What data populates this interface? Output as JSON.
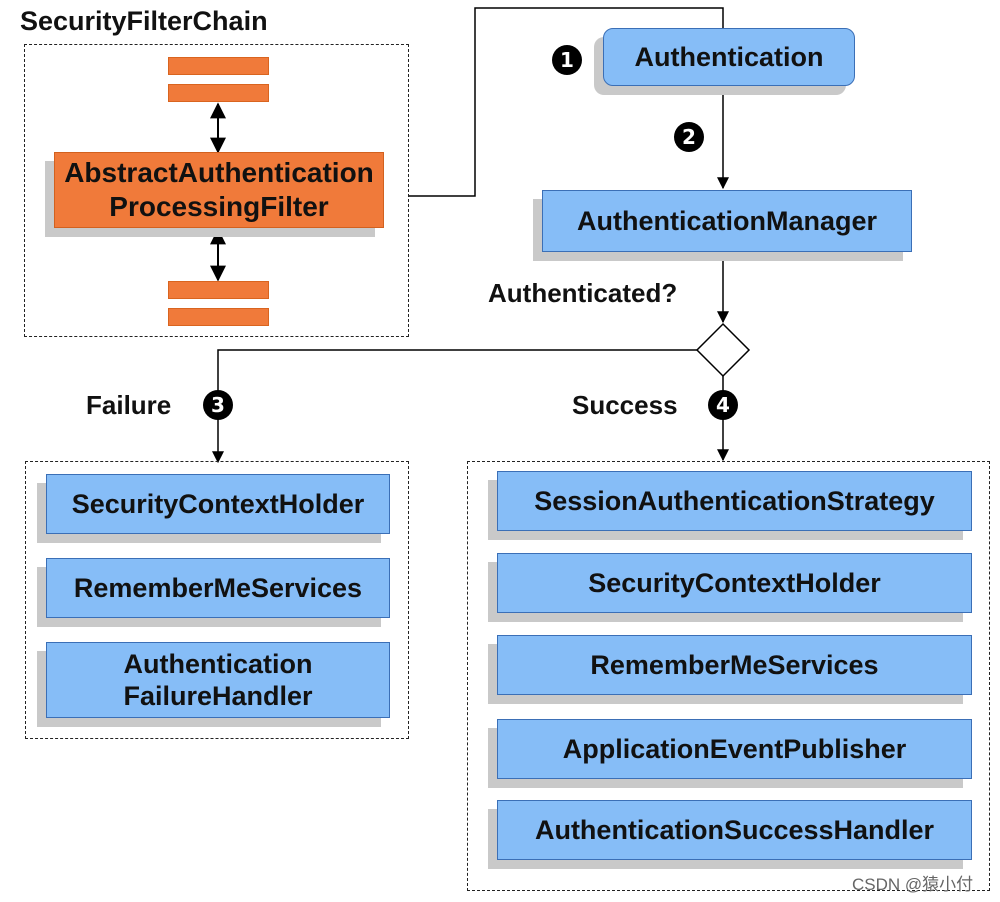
{
  "chain": {
    "title": "SecurityFilterChain",
    "filter_label_line1": "AbstractAuthentication",
    "filter_label_line2": "ProcessingFilter"
  },
  "flow": {
    "authentication": "Authentication",
    "authentication_manager": "AuthenticationManager",
    "decision_label": "Authenticated?",
    "failure_label": "Failure",
    "success_label": "Success"
  },
  "badges": [
    "1",
    "2",
    "3",
    "4"
  ],
  "failure_components": [
    "SecurityContextHolder",
    "RememberMeServices",
    "Authentication",
    "FailureHandler"
  ],
  "success_components": [
    "SessionAuthenticationStrategy",
    "SecurityContextHolder",
    "RememberMeServices",
    "ApplicationEventPublisher",
    "AuthenticationSuccessHandler"
  ],
  "watermark": "CSDN @猿小付",
  "colors": {
    "component_fill": "#86bdf7",
    "component_border": "#3b6fb6",
    "filter_fill": "#f07a3a",
    "shadow": "#c9c9c9"
  }
}
